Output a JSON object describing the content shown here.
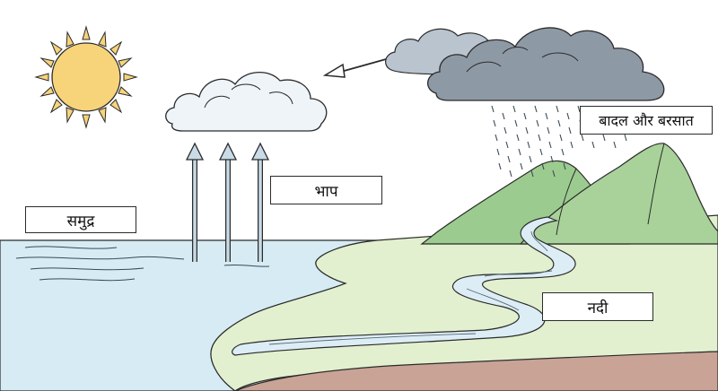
{
  "labels": {
    "ocean": "समुद्र",
    "vapor": "भाप",
    "clouds_rain": "बादल और बरसात",
    "river": "नदी"
  },
  "colors": {
    "sky": "#ffffff",
    "sun": "#f7d37a",
    "ocean": "#d6ebf4",
    "land": "#e2f0cf",
    "mountain": "#9ccb8f",
    "soil": "#c9a396",
    "cloud_white": "#eef4f8",
    "cloud_dark": "#8e99a6",
    "cloud_light_gray": "#b9c4ce",
    "river": "#dcedf6",
    "outline": "#2b2b2b"
  },
  "icons": [
    "sun-icon",
    "white-cloud-icon",
    "rain-cloud-icon",
    "evaporation-arrow-icon",
    "wind-arrow-icon"
  ]
}
